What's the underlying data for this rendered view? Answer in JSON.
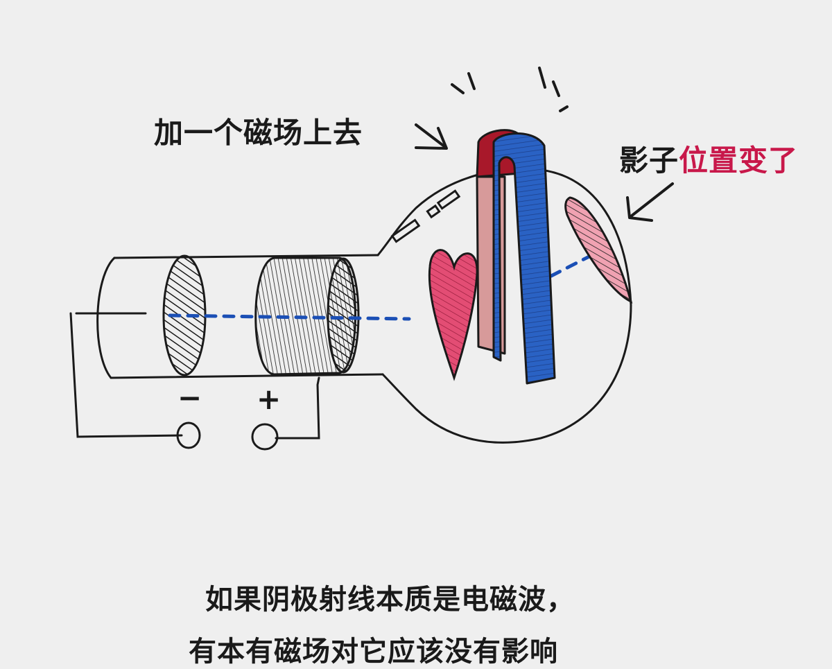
{
  "labels": {
    "add_magnet": "加一个磁场上去",
    "shadow_prefix": "影子",
    "shadow_accent": "位置变了",
    "minus": "−",
    "plus": "+"
  },
  "caption": {
    "line1": "如果阴极射线本质是电磁波，",
    "line2": "有本有磁场对它应该没有影响"
  },
  "colors": {
    "background": "#efefef",
    "ink": "#1a1a1a",
    "accent_text": "#c8184a",
    "beam": "#1b4fb5",
    "magnet_blue": "#2a62c4",
    "magnet_red": "#a8182a",
    "heart_pink": "#e34d74",
    "shadow_pink": "#f0a2b2"
  }
}
